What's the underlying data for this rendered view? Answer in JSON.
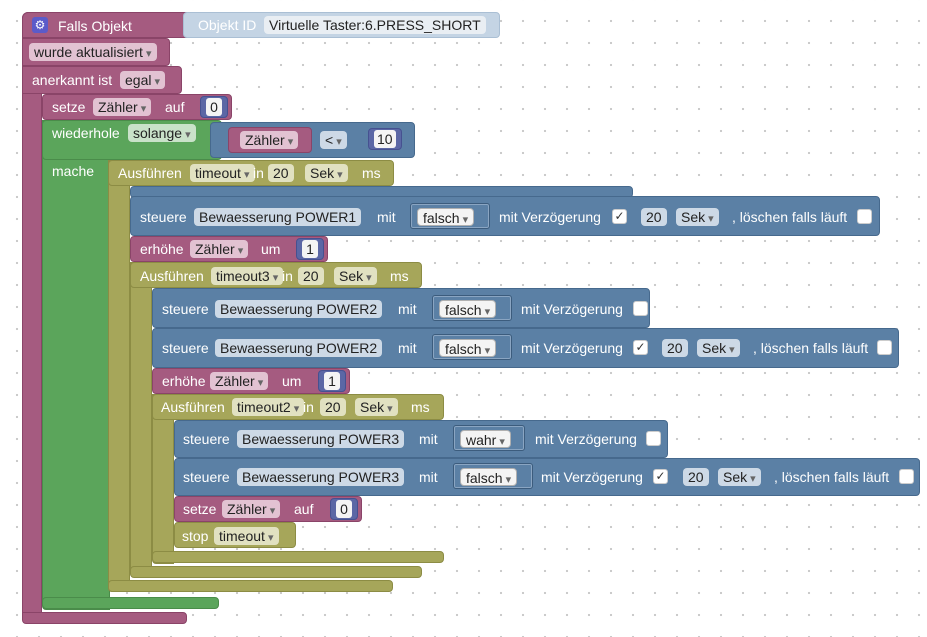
{
  "trigger": {
    "title": "Falls Objekt",
    "object_id_label": "Objekt ID",
    "object_id_value": "Virtuelle Taster:6.PRESS_SHORT",
    "updated_option": "wurde aktualisiert",
    "ack_label": "anerkannt ist",
    "ack_option": "egal"
  },
  "set1": {
    "label": "setze",
    "var": "Zähler",
    "op": "auf",
    "value": "0"
  },
  "loop": {
    "label": "wiederhole",
    "mode": "solange",
    "do_label": "mache",
    "cond_var": "Zähler",
    "cond_op": "<",
    "cond_value": "10"
  },
  "timeout1": {
    "label": "Ausführen",
    "name": "timeout",
    "in": "in",
    "value": "20",
    "unit": "Sek",
    "ms": "ms"
  },
  "ctrl1": {
    "label": "steuere",
    "device": "Bewaesserung POWER1",
    "with": "mit",
    "value": "falsch",
    "delay_label": "mit Verzögerung",
    "delay_checked": "✓",
    "delay_value": "20",
    "delay_unit": "Sek",
    "clear_label": ", löschen falls läuft"
  },
  "inc1": {
    "label": "erhöhe",
    "var": "Zähler",
    "by": "um",
    "value": "1"
  },
  "timeout3": {
    "label": "Ausführen",
    "name": "timeout3",
    "in": "in",
    "value": "20",
    "unit": "Sek",
    "ms": "ms"
  },
  "ctrl2a": {
    "label": "steuere",
    "device": "Bewaesserung POWER2",
    "with": "mit",
    "value": "falsch",
    "delay_label": "mit Verzögerung"
  },
  "ctrl2b": {
    "label": "steuere",
    "device": "Bewaesserung POWER2",
    "with": "mit",
    "value": "falsch",
    "delay_label": "mit Verzögerung",
    "delay_checked": "✓",
    "delay_value": "20",
    "delay_unit": "Sek",
    "clear_label": ", löschen falls läuft"
  },
  "inc2": {
    "label": "erhöhe",
    "var": "Zähler",
    "by": "um",
    "value": "1"
  },
  "timeout2": {
    "label": "Ausführen",
    "name": "timeout2",
    "in": "in",
    "value": "20",
    "unit": "Sek",
    "ms": "ms"
  },
  "ctrl3a": {
    "label": "steuere",
    "device": "Bewaesserung POWER3",
    "with": "mit",
    "value": "wahr",
    "delay_label": "mit Verzögerung"
  },
  "ctrl3b": {
    "label": "steuere",
    "device": "Bewaesserung POWER3",
    "with": "mit",
    "value": "falsch",
    "delay_label": "mit Verzögerung",
    "delay_checked": "✓",
    "delay_value": "20",
    "delay_unit": "Sek",
    "clear_label": ", löschen falls läuft"
  },
  "set2": {
    "label": "setze",
    "var": "Zähler",
    "op": "auf",
    "value": "0"
  },
  "stop": {
    "label": "stop",
    "name": "timeout"
  },
  "colors": {
    "event": "#a55b80",
    "loop": "#5ba55b",
    "timeout": "#a6a65a",
    "control": "#5b80a5",
    "math": "#5b67a5",
    "variable": "#a55b80"
  }
}
